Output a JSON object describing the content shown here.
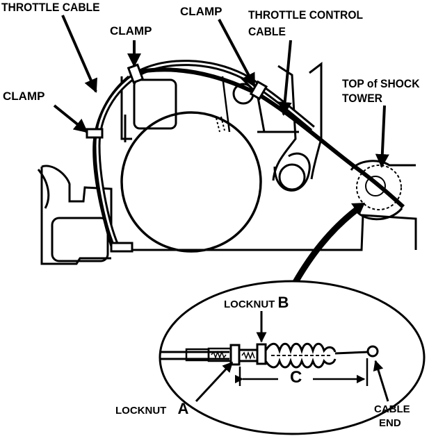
{
  "labels": {
    "throttle_cable": "THROTTLE CABLE",
    "clamp_top_left": "CLAMP",
    "clamp_top_right": "CLAMP",
    "clamp_left": "CLAMP",
    "throttle_control_cable_line1": "THROTTLE CONTROL",
    "throttle_control_cable_line2": "CABLE",
    "shock_tower_line1": "TOP of SHOCK",
    "shock_tower_line2": "TOWER",
    "locknut_b_word": "LOCKNUT",
    "locknut_b_letter": "B",
    "locknut_a_word": "LOCKNUT",
    "locknut_a_letter": "A",
    "dimension_c": "C",
    "cable_end_line1": "CABLE",
    "cable_end_line2": "END"
  },
  "colors": {
    "ink": "#000000",
    "paper": "#ffffff"
  }
}
